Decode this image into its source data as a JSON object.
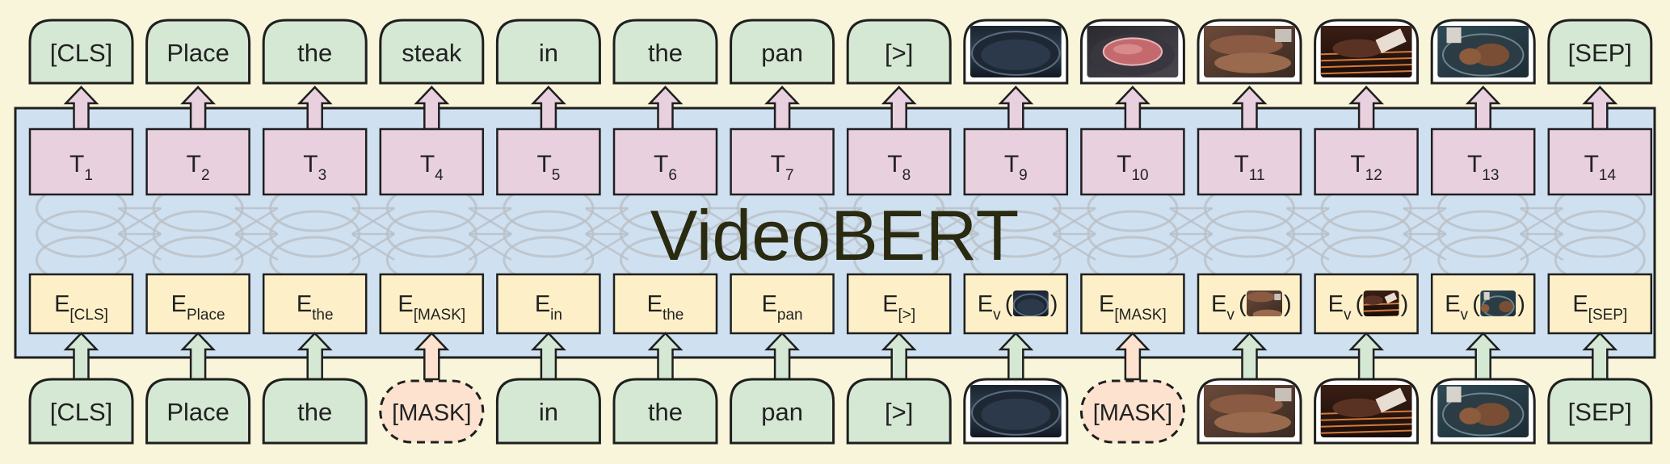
{
  "model_title": "VideoBERT",
  "columns": [
    {
      "output": {
        "kind": "text",
        "text": "[CLS]"
      },
      "t_sub": "1",
      "e_kind": "text",
      "e_sub": "[CLS]",
      "input": {
        "kind": "text",
        "text": "[CLS]"
      }
    },
    {
      "output": {
        "kind": "text",
        "text": "Place"
      },
      "t_sub": "2",
      "e_kind": "text",
      "e_sub": "Place",
      "input": {
        "kind": "text",
        "text": "Place"
      }
    },
    {
      "output": {
        "kind": "text",
        "text": "the"
      },
      "t_sub": "3",
      "e_kind": "text",
      "e_sub": "the",
      "input": {
        "kind": "text",
        "text": "the"
      }
    },
    {
      "output": {
        "kind": "text",
        "text": "steak"
      },
      "t_sub": "4",
      "e_kind": "text",
      "e_sub": "[MASK]",
      "input": {
        "kind": "mask",
        "text": "[MASK]"
      }
    },
    {
      "output": {
        "kind": "text",
        "text": "in"
      },
      "t_sub": "5",
      "e_kind": "text",
      "e_sub": "in",
      "input": {
        "kind": "text",
        "text": "in"
      }
    },
    {
      "output": {
        "kind": "text",
        "text": "the"
      },
      "t_sub": "6",
      "e_kind": "text",
      "e_sub": "the",
      "input": {
        "kind": "text",
        "text": "the"
      }
    },
    {
      "output": {
        "kind": "text",
        "text": "pan"
      },
      "t_sub": "7",
      "e_kind": "text",
      "e_sub": "pan",
      "input": {
        "kind": "text",
        "text": "pan"
      }
    },
    {
      "output": {
        "kind": "text",
        "text": "[>]"
      },
      "t_sub": "8",
      "e_kind": "text",
      "e_sub": "[>]",
      "input": {
        "kind": "text",
        "text": "[>]"
      }
    },
    {
      "output": {
        "kind": "image",
        "scene": "empty-pan"
      },
      "t_sub": "9",
      "e_kind": "video",
      "e_sub": "v",
      "e_scene": "empty-pan",
      "input": {
        "kind": "image",
        "scene": "empty-pan"
      }
    },
    {
      "output": {
        "kind": "image",
        "scene": "raw-steak"
      },
      "t_sub": "10",
      "e_kind": "text",
      "e_sub": "[MASK]",
      "input": {
        "kind": "mask",
        "text": "[MASK]"
      }
    },
    {
      "output": {
        "kind": "image",
        "scene": "seared-steak"
      },
      "t_sub": "11",
      "e_kind": "video",
      "e_sub": "v",
      "e_scene": "seared-steak",
      "input": {
        "kind": "image",
        "scene": "seared-steak"
      }
    },
    {
      "output": {
        "kind": "image",
        "scene": "steak-on-grill"
      },
      "t_sub": "12",
      "e_kind": "video",
      "e_sub": "v",
      "e_scene": "steak-on-grill",
      "input": {
        "kind": "image",
        "scene": "steak-on-grill"
      }
    },
    {
      "output": {
        "kind": "image",
        "scene": "steak-in-pan"
      },
      "t_sub": "13",
      "e_kind": "video",
      "e_sub": "v",
      "e_scene": "steak-in-pan",
      "input": {
        "kind": "image",
        "scene": "steak-in-pan"
      }
    },
    {
      "output": {
        "kind": "text",
        "text": "[SEP]"
      },
      "t_sub": "14",
      "e_kind": "text",
      "e_sub": "[SEP]",
      "input": {
        "kind": "text",
        "text": "[SEP]"
      }
    }
  ],
  "colors": {
    "background": "#f8f5da",
    "panel": "#cfe0f1",
    "token_green": "#d5e8d4",
    "output_pink": "#e9d0df",
    "embedding_yellow": "#fdf0c8",
    "mask_peach": "#fde2cf",
    "stroke": "#1f1f1f",
    "network_gray": "#b9bfc6"
  }
}
